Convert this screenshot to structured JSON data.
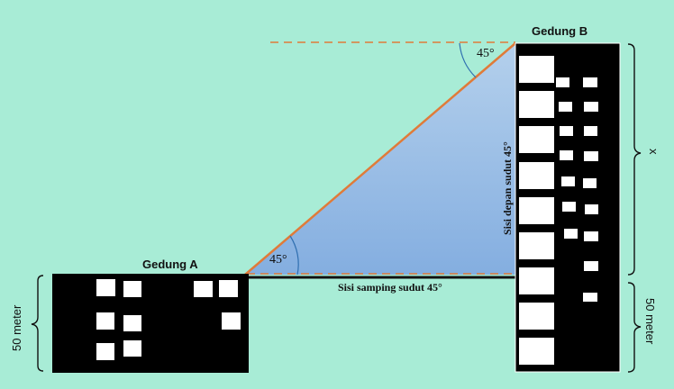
{
  "building_a": {
    "label": "Gedung A",
    "height_label": "50 meter"
  },
  "building_b": {
    "label": "Gedung B",
    "upper_label": "x",
    "lower_label": "50 meter"
  },
  "angles": {
    "elevation": "45°",
    "depression": "45°"
  },
  "sides": {
    "opposite": "Sisi depan sudut 45°",
    "adjacent": "Sisi samping sudut 45°"
  },
  "colors": {
    "background": "#a8ecd6",
    "building": "#000000",
    "window": "#ffffff",
    "hypotenuse": "#e07b39",
    "dashed_line": "#e07b39",
    "angle_arc": "#2f6fb0",
    "triangle_fill_top": "#b4d0ec",
    "triangle_fill_bottom": "#84aee0"
  }
}
